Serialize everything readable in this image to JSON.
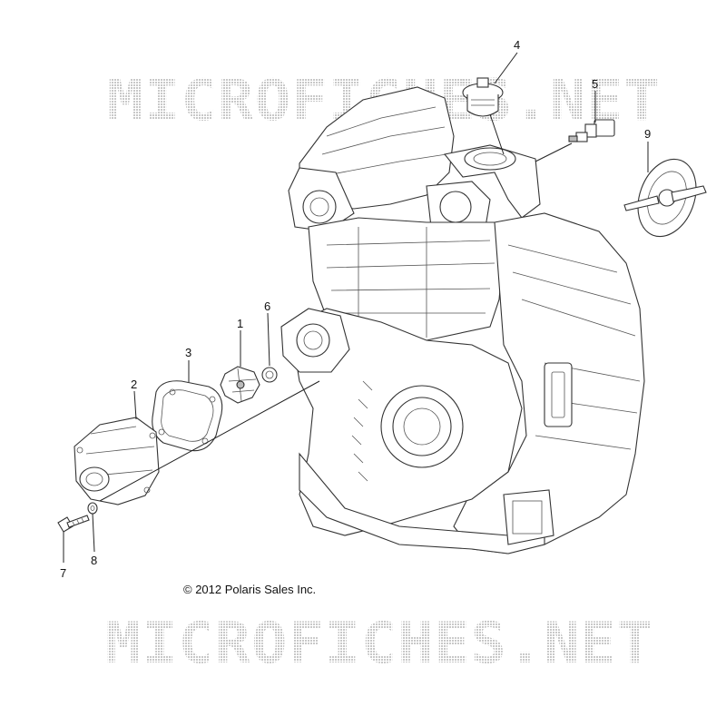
{
  "watermark": {
    "top": "MICROFICHES.NET",
    "bottom": "MICROFICHES.NET"
  },
  "copyright": "© 2012 Polaris Sales Inc.",
  "callouts": {
    "c1": "1",
    "c2": "2",
    "c3": "3",
    "c4": "4",
    "c5": "5",
    "c6": "6",
    "c7": "7",
    "c8": "8",
    "c9": "9"
  }
}
